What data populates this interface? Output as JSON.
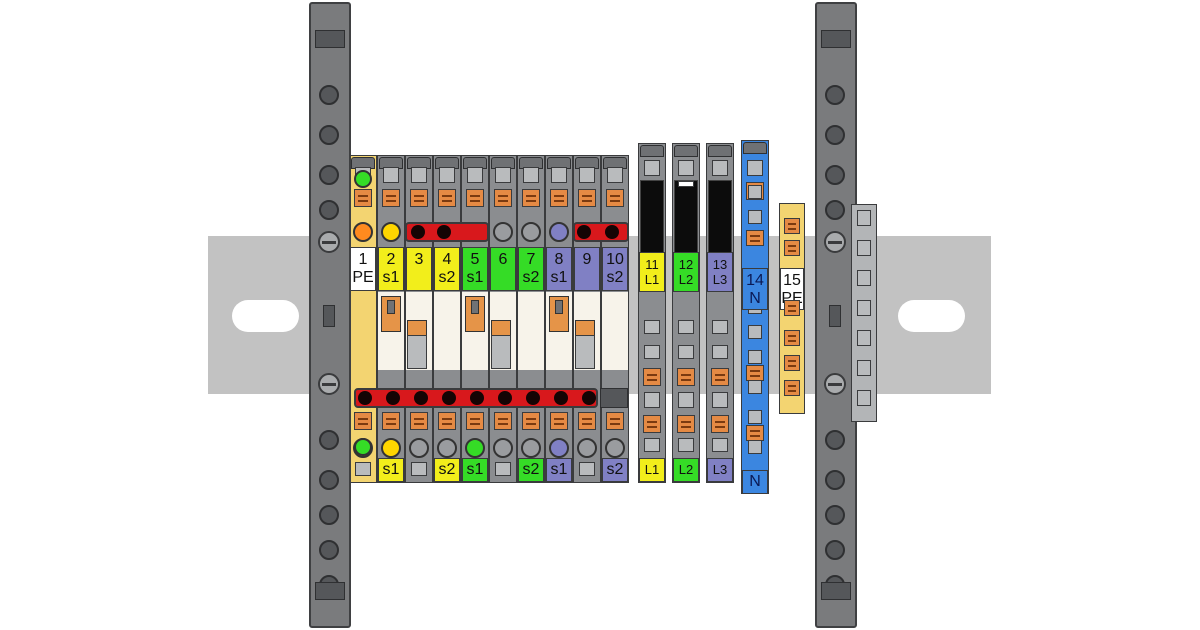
{
  "colors": {
    "rail": "#c2c2c2",
    "housing_grey": "#8b8d90",
    "pe_terminal": "#f3d471",
    "yellow": "#f2ee1b",
    "green": "#35dc26",
    "violet": "#8080c4",
    "blue": "#3b86e0",
    "white": "#ffffff",
    "bridge_red": "#d8181c",
    "spring_orange": "#e58a44",
    "fuse_black": "#0c0c0c"
  },
  "terminals": [
    {
      "id": "t1",
      "num": "1",
      "sub": "PE",
      "color": "#ffffff",
      "housing": "#f3d471",
      "bottom_tag": "",
      "oval": "#ff8a1e"
    },
    {
      "id": "t2",
      "num": "2",
      "sub": "s1",
      "color": "#f2ee1b",
      "housing": "#8b8d90",
      "bottom_tag": "s1",
      "oval": "#ffd600"
    },
    {
      "id": "t3",
      "num": "3",
      "sub": "",
      "color": "#f2ee1b",
      "housing": "#8b8d90",
      "bottom_tag": "",
      "oval": ""
    },
    {
      "id": "t4",
      "num": "4",
      "sub": "s2",
      "color": "#f2ee1b",
      "housing": "#8b8d90",
      "bottom_tag": "s2",
      "oval": ""
    },
    {
      "id": "t5",
      "num": "5",
      "sub": "s1",
      "color": "#35dc26",
      "housing": "#8b8d90",
      "bottom_tag": "s1",
      "oval": "#35dc26"
    },
    {
      "id": "t6",
      "num": "6",
      "sub": "",
      "color": "#35dc26",
      "housing": "#8b8d90",
      "bottom_tag": "",
      "oval": ""
    },
    {
      "id": "t7",
      "num": "7",
      "sub": "s2",
      "color": "#35dc26",
      "housing": "#8b8d90",
      "bottom_tag": "s2",
      "oval": ""
    },
    {
      "id": "t8",
      "num": "8",
      "sub": "s1",
      "color": "#8080c4",
      "housing": "#8b8d90",
      "bottom_tag": "s1",
      "oval": "#8080c4"
    },
    {
      "id": "t9",
      "num": "9",
      "sub": "",
      "color": "#8080c4",
      "housing": "#8b8d90",
      "bottom_tag": "",
      "oval": ""
    },
    {
      "id": "t10",
      "num": "10",
      "sub": "s2",
      "color": "#8080c4",
      "housing": "#8b8d90",
      "bottom_tag": "s2",
      "oval": ""
    },
    {
      "id": "t11",
      "num": "11",
      "sub": "L1",
      "color": "#f2ee1b",
      "housing": "#8b8d90",
      "bottom_tag": "L1",
      "oval": ""
    },
    {
      "id": "t12",
      "num": "12",
      "sub": "L2",
      "color": "#35dc26",
      "housing": "#8b8d90",
      "bottom_tag": "L2",
      "oval": ""
    },
    {
      "id": "t13",
      "num": "13",
      "sub": "L3",
      "color": "#8080c4",
      "housing": "#8b8d90",
      "bottom_tag": "L3",
      "oval": ""
    },
    {
      "id": "t14",
      "num": "14",
      "sub": "N",
      "color": "#3b86e0",
      "housing": "#3b86e0",
      "bottom_tag": "N",
      "oval": ""
    },
    {
      "id": "t15",
      "num": "15",
      "sub": "PE",
      "color": "#ffffff",
      "housing": "#f3d471",
      "bottom_tag": "",
      "oval": ""
    }
  ]
}
